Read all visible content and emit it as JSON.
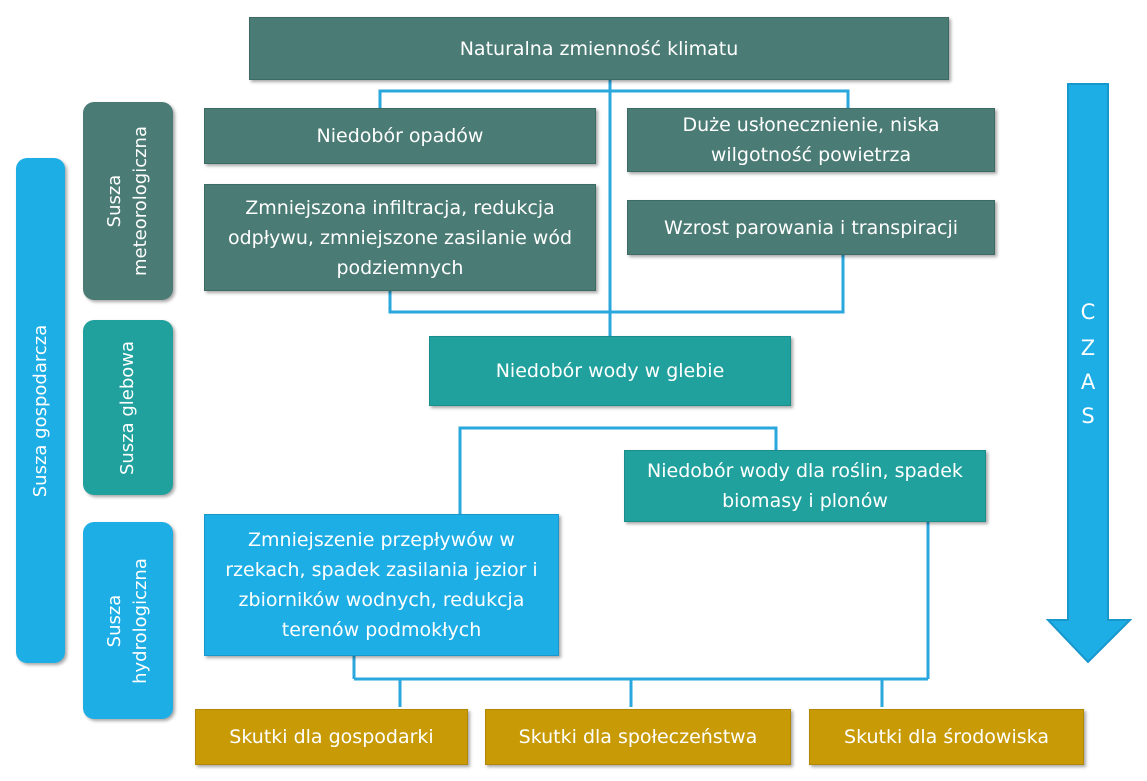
{
  "top": {
    "title": "Naturalna zmienność klimatu"
  },
  "side_labels": {
    "meteorological": "Susza meteorologiczna",
    "soil": "Susza glebowa",
    "hydrological": "Susza hydrologiczna",
    "economic": "Susza gospodarcza"
  },
  "boxes": {
    "precip_deficit": "Niedobór opadów",
    "high_insolation": "Duże usłonecznienie, niska wilgotność powietrza",
    "reduced_infiltration": "Zmniejszona infiltracja, redukcja odpływu, zmniejszone zasilanie wód podziemnych",
    "increased_evaporation": "Wzrost parowania i transpiracji",
    "soil_water_deficit": "Niedobór wody w glebie",
    "plant_water_deficit": "Niedobór wody dla roślin, spadek biomasy i plonów",
    "reduced_flows": "Zmniejszenie przepływów w rzekach, spadek zasilania jezior i zbiorników wodnych, redukcja terenów podmokłych"
  },
  "effects": {
    "economy": "Skutki dla gospodarki",
    "society": "Skutki dla społeczeństwa",
    "environment": "Skutki dla środowiska"
  },
  "time_arrow": {
    "letters": [
      "C",
      "Z",
      "A",
      "S"
    ]
  },
  "colors": {
    "meteorological": "#4a7b74",
    "soil": "#20a19e",
    "hydrological": "#1daee6",
    "effects": "#c79a06",
    "connector": "#2aa7dd"
  }
}
